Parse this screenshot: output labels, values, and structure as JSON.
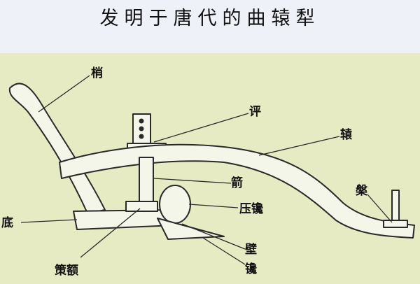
{
  "title": "发明于唐代的曲辕犁",
  "labels": {
    "shao": "梢",
    "ping": "评",
    "yuan": "辕",
    "jian": "箭",
    "yachan": "压镵",
    "di": "底",
    "ce_e": "策额",
    "bi": "壁",
    "chan": "镵",
    "pan": "槃"
  },
  "colors": {
    "background": "#e7ebc3",
    "title_band": "#eef2f8",
    "part_fill": "#f4f6ea",
    "outline": "#2a2a2a"
  }
}
